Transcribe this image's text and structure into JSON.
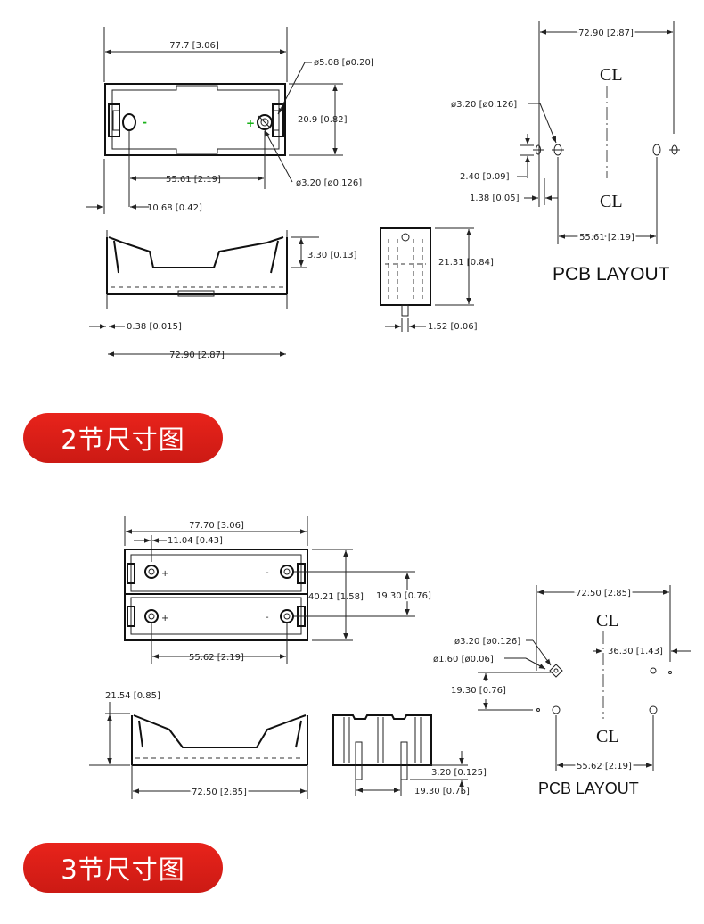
{
  "sections": [
    {
      "badge": "2节尺寸图",
      "top_view": {
        "length": "77.7 [3.06]",
        "hole_dia": "ø5.08 [ø0.20]",
        "width": "20.9 [0.82]",
        "terminal_spacing": "55.61 [2.19]",
        "pin_dia": "ø3.20 [ø0.126]",
        "offset": "10.68 [0.42]",
        "minus": "-",
        "plus": "+"
      },
      "side_view": {
        "height": "3.30 [0.13]",
        "wall": "0.38 [0.015]",
        "length": "72.90 [2.87]"
      },
      "end_view": {
        "height": "21.31 [0.84]",
        "pin": "1.52 [0.06]"
      },
      "pcb": {
        "width": "72.90 [2.87]",
        "hole_dia": "ø3.20 [ø0.126]",
        "pad_a": "2.40 [0.09]",
        "pad_b": "1.38 [0.05]",
        "spacing": "55.61 [2.19]",
        "title": "PCB LAYOUT",
        "cl_symbol": "CL"
      }
    },
    {
      "badge": "3节尺寸图",
      "top_view": {
        "length": "77.70 [3.06]",
        "offset": "11.04 [0.43]",
        "height": "40.21 [1.58]",
        "row_pitch": "19.30 [0.76]",
        "spacing": "55.62 [2.19]",
        "plus": "+",
        "minus": "-"
      },
      "side_view": {
        "height": "21.54 [0.85]",
        "length": "72.50 [2.85]"
      },
      "end_view": {
        "pin": "3.20 [0.125]",
        "pitch": "19.30 [0.76]"
      },
      "pcb": {
        "width": "72.50 [2.85]",
        "half": "36.30 [1.43]",
        "hole_dia": "ø3.20 [ø0.126]",
        "small_hole": "ø1.60 [ø0.06]",
        "row_pitch": "19.30 [0.76]",
        "spacing": "55.62 [2.19]",
        "title": "PCB LAYOUT",
        "cl_symbol": "CL"
      }
    }
  ]
}
